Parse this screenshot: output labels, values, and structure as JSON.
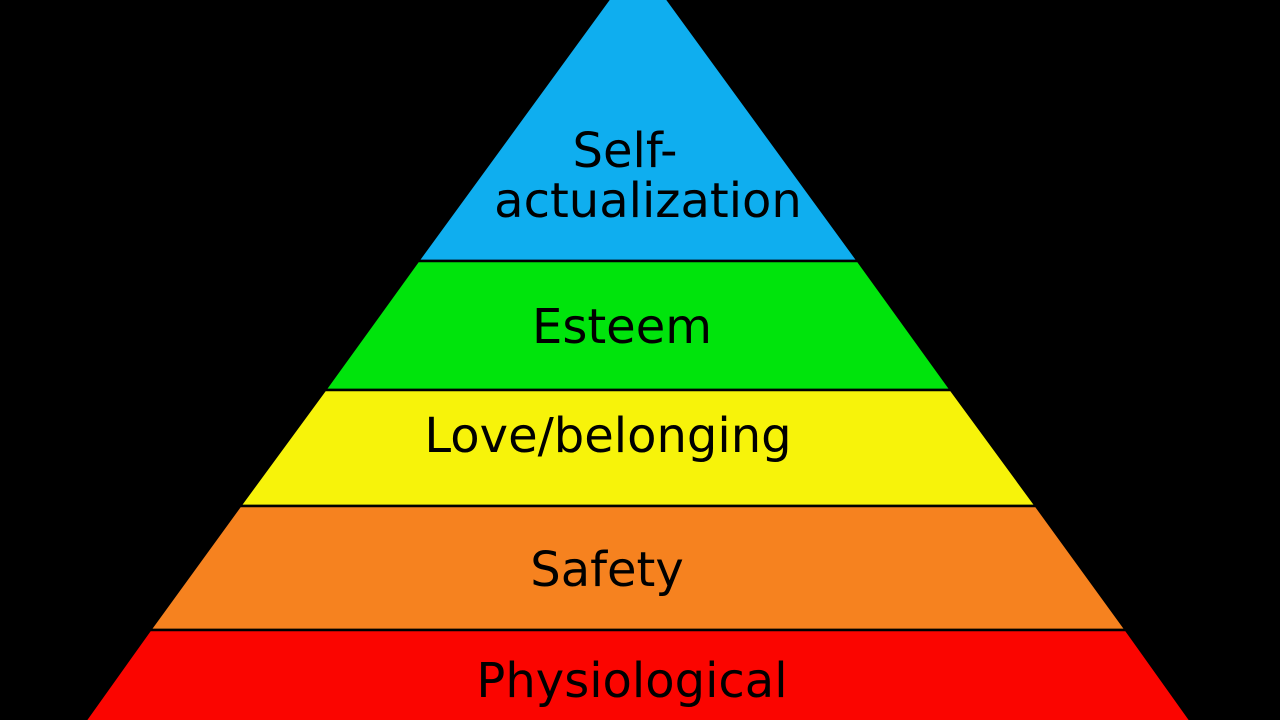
{
  "background_color": "#000000",
  "diagram": {
    "type": "pyramid",
    "text_color": "#000000",
    "levels": [
      {
        "label": "Self-actualization",
        "lines": [
          "Self-",
          "actualization"
        ],
        "color": "#0FAEEF"
      },
      {
        "label": "Esteem",
        "lines": [
          "Esteem"
        ],
        "color": "#00E40C"
      },
      {
        "label": "Love/belonging",
        "lines": [
          "Love/belonging"
        ],
        "color": "#F7F30A"
      },
      {
        "label": "Safety",
        "lines": [
          "Safety"
        ],
        "color": "#F6821F"
      },
      {
        "label": "Physiological",
        "lines": [
          "Physiological"
        ],
        "color": "#FB0500"
      }
    ]
  }
}
